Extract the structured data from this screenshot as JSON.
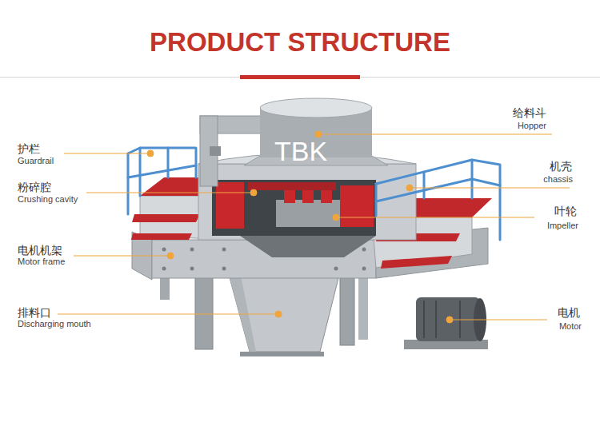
{
  "diagram": {
    "title": "PRODUCT STRUCTURE",
    "labels": [
      "护栏",
      "Guardrail",
      "粉碎腔",
      "Crushing cavity",
      "电机机架",
      "Motor frame",
      "排料口",
      "Discharging mouth",
      "给料斗",
      "Hopper",
      "机壳",
      "chassis",
      "叶轮",
      "Impeller",
      "电机",
      "Motor",
      "TBK"
    ]
  }
}
